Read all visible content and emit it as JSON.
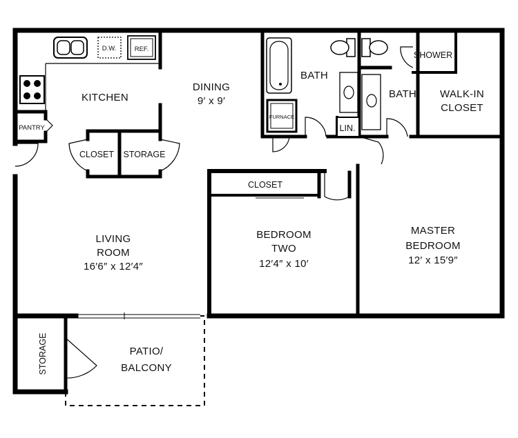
{
  "rooms": {
    "kitchen": "KITCHEN",
    "dining": "DINING",
    "dining_size": "9′ x 9′",
    "pantry": "PANTRY",
    "closet_kitchen": "CLOSET",
    "storage_kitchen": "STORAGE",
    "living_line1": "LIVING",
    "living_line2": "ROOM",
    "living_size": "16′6″ x 12′4″",
    "bath1": "BATH",
    "bath2": "BATH",
    "furnace": "FURNACE",
    "linen": "LIN.",
    "shower": "SHOWER",
    "walkin_line1": "WALK-IN",
    "walkin_line2": "CLOSET",
    "closet_bedroom": "CLOSET",
    "bedroom2_line1": "BEDROOM",
    "bedroom2_line2": "TWO",
    "bedroom2_size": "12′4″ x 10′",
    "master_line1": "MASTER",
    "master_line2": "BEDROOM",
    "master_size": "12′ x 15′9″",
    "patio_line1": "PATIO/",
    "patio_line2": "BALCONY",
    "storage_patio": "STORAGE"
  },
  "appliances": {
    "dishwasher": "D.W.",
    "refrigerator": "REF."
  }
}
